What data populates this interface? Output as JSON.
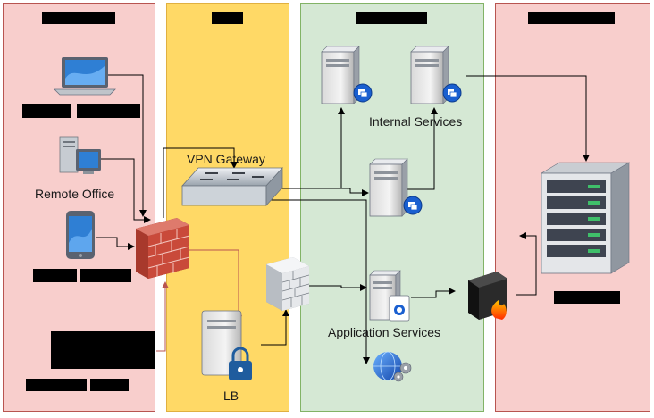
{
  "zones": {
    "remote": {
      "title": ""
    },
    "dmz": {
      "title": ""
    },
    "internal": {
      "title": ""
    },
    "data": {
      "title": ""
    }
  },
  "labels": {
    "remote_office": "Remote Office",
    "vpn_gateway": "VPN Gateway",
    "internal_services": "Internal Services",
    "application_services": "Application Services",
    "lb": "LB"
  },
  "colors": {
    "remote_zone": "#f8cecc",
    "dmz_zone": "#ffd966",
    "internal_zone": "#d5e8d4",
    "data_zone": "#f8cecc",
    "firewall_brick": "#c0392b",
    "badge_blue": "#1a5fd0"
  },
  "icons": [
    "laptop-icon",
    "desktop-icon",
    "tablet-icon",
    "firewall-icon",
    "vpn-gateway-icon",
    "load-balancer-icon",
    "waf-icon",
    "server-icon",
    "hardware-firewall-icon",
    "rack-server-icon",
    "web-services-icon"
  ]
}
